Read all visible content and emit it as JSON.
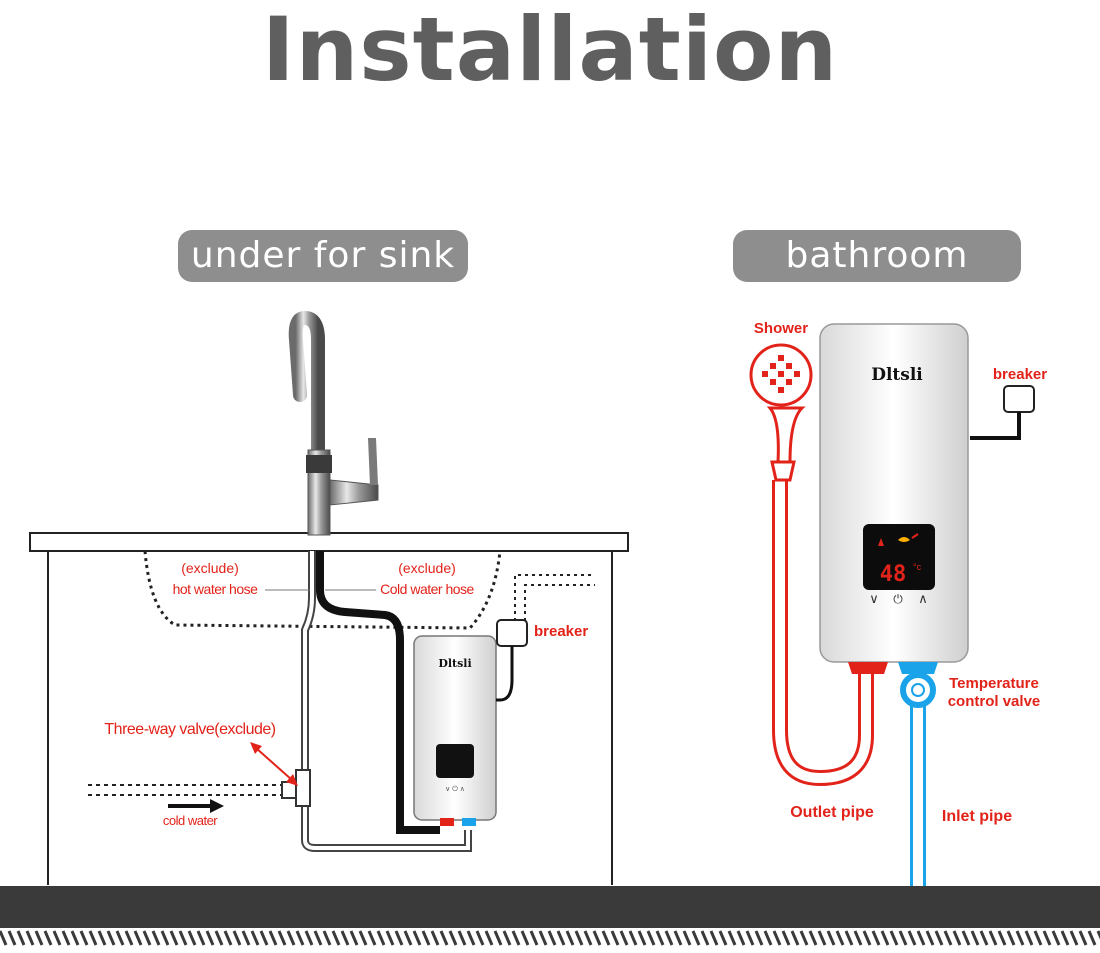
{
  "title": "Installation",
  "sections": {
    "sink_label": "under for sink",
    "bathroom_label": "bathroom"
  },
  "sink": {
    "hot_exclude": "(exclude)",
    "hot_hose": "hot water hose",
    "cold_exclude": "(exclude)",
    "cold_hose": "Cold water hose",
    "breaker": "breaker",
    "valve": "Three-way valve(exclude)",
    "cold_water": "cold water",
    "brand": "Dltsli"
  },
  "bathroom": {
    "shower": "Shower",
    "breaker": "breaker",
    "brand": "Dltsli",
    "display_value": "48",
    "display_unit": "°c",
    "temp_valve_line1": "Temperature",
    "temp_valve_line2": "control valve",
    "outlet_pipe": "Outlet pipe",
    "inlet_pipe": "Inlet pipe"
  },
  "colors": {
    "hot": "#e2231a",
    "cold": "#1aa3e8",
    "label_gray": "#8e8e8e",
    "floor": "#3a3a3a"
  },
  "icons": [
    "faucet-icon",
    "shower-head-icon",
    "breaker-icon",
    "arrow-right-icon",
    "down-chevron-icon",
    "power-icon",
    "up-chevron-icon"
  ]
}
